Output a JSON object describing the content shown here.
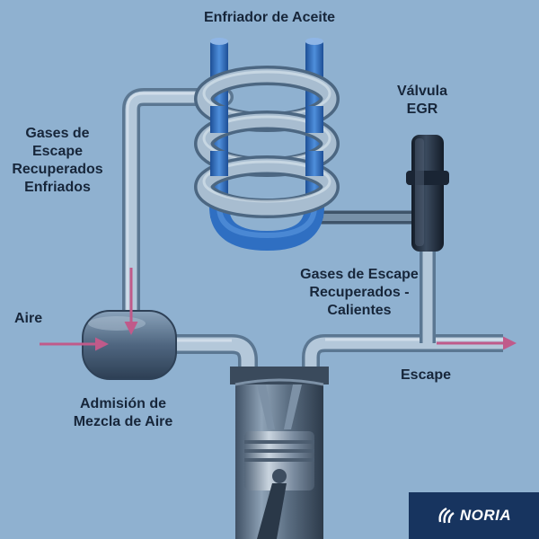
{
  "labels": {
    "oil_cooler": "Enfriador de Aceite",
    "egr_valve": "Válvula\nEGR",
    "cooled_exhaust": "Gases de\nEscape\nRecuperados\nEnfriados",
    "hot_exhaust": "Gases de Escape\nRecuperados -\nCalientes",
    "air": "Aire",
    "exhaust": "Escape",
    "intake": "Admisión de\nMezcla de Aire"
  },
  "logo": {
    "text": "NORIA"
  },
  "colors": {
    "background": "#8fb1d0",
    "pipe": "#a4bcd2",
    "pipe_edge": "#55718d",
    "coolant_tube": "#2f6fc2",
    "coil": "#9fb6ca",
    "valve": "#1c2838",
    "arrow": "#c05a8a",
    "logo_bg": "#17345f"
  }
}
